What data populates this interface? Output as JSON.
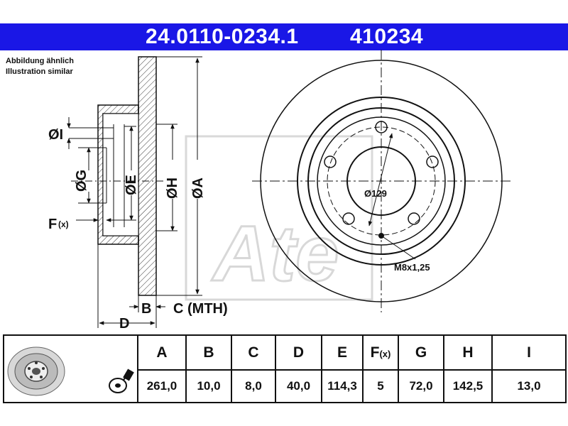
{
  "header": {
    "part_number": "24.0110-0234.1",
    "ref_number": "410234",
    "bg_color": "#1a17e6"
  },
  "notes": {
    "de": "Abbildung ähnlich",
    "en": "Illustration similar"
  },
  "diagram": {
    "labels": {
      "I": "ØI",
      "G": "ØG",
      "E": "ØE",
      "H": "ØH",
      "A": "ØA",
      "F": "F",
      "F_suffix": "(x)",
      "B": "B",
      "C": "C (MTH)",
      "D": "D",
      "pcd": "Ø129",
      "thread": "M8x1,25"
    },
    "icons": [
      "brake-disc-thumbnail",
      "wheel-bolt-icon",
      "ate-watermark-logo"
    ]
  },
  "table": {
    "headers": [
      "A",
      "B",
      "C",
      "D",
      "E",
      "F",
      "G",
      "H",
      "I"
    ],
    "f_header_suffix": "(x)",
    "values": [
      "261,0",
      "10,0",
      "8,0",
      "40,0",
      "114,3",
      "5",
      "72,0",
      "142,5",
      "13,0"
    ]
  }
}
